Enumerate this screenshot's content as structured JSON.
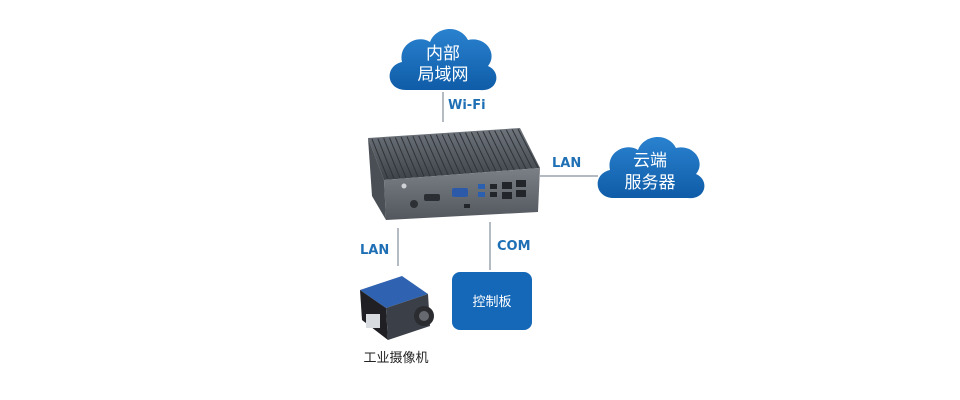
{
  "nodes": {
    "intranet": {
      "line1": "内部",
      "line2": "局域网"
    },
    "cloud_server": {
      "line1": "云端",
      "line2": "服务器"
    },
    "control_board": {
      "label": "控制板"
    },
    "industrial_camera": {
      "label": "工业摄像机"
    },
    "mini_pc": {
      "icon": "fanless-mini-pc"
    }
  },
  "connections": {
    "wifi": "Wi-Fi",
    "lan_cloud": "LAN",
    "lan_camera": "LAN",
    "com": "COM"
  },
  "colors": {
    "accent_blue": "#1f6fb5",
    "cloud_blue": "#1568b8",
    "line_gray": "#9aa4ae",
    "device_gray": "#5c6168"
  }
}
